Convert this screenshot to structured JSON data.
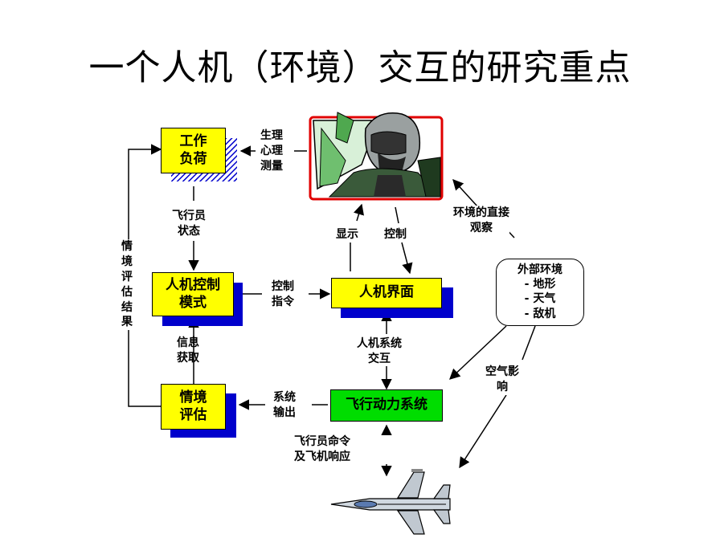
{
  "title": "一个人机（环境）交互的研究重点",
  "boxes": {
    "workload": [
      "工作",
      "负荷"
    ],
    "control_mode": [
      "人机控制",
      "模式"
    ],
    "situation": [
      "情境",
      "评估"
    ],
    "interface": "人机界面",
    "flight_dynamics": "飞行动力系统"
  },
  "labels": {
    "physio": [
      "生理",
      "心理",
      "测量"
    ],
    "pilot_state": [
      "飞行员",
      "状态"
    ],
    "info": [
      "信息",
      "获取"
    ],
    "eval_result": [
      "情",
      "境",
      "评",
      "估",
      "结",
      "果"
    ],
    "display": "显示",
    "control": "控制",
    "control_cmd": [
      "控制",
      "指令"
    ],
    "hmi_interaction": [
      "人机系统",
      "交互"
    ],
    "system_output": [
      "系统",
      "输出"
    ],
    "pilot_cmd": [
      "飞行员命令",
      "及飞机响应"
    ],
    "env_observe": [
      "环境的直接",
      "观察"
    ],
    "air_effect": [
      "空气影",
      "响"
    ]
  },
  "environment": {
    "title": "外部环境",
    "items": [
      "-  地形",
      "-  天气",
      "-  敌机"
    ]
  },
  "colors": {
    "box_fill": "#ffff00",
    "flight_box_fill": "#00dd00",
    "shadow": "#0000cc",
    "pilot_frame": "#e00000"
  }
}
